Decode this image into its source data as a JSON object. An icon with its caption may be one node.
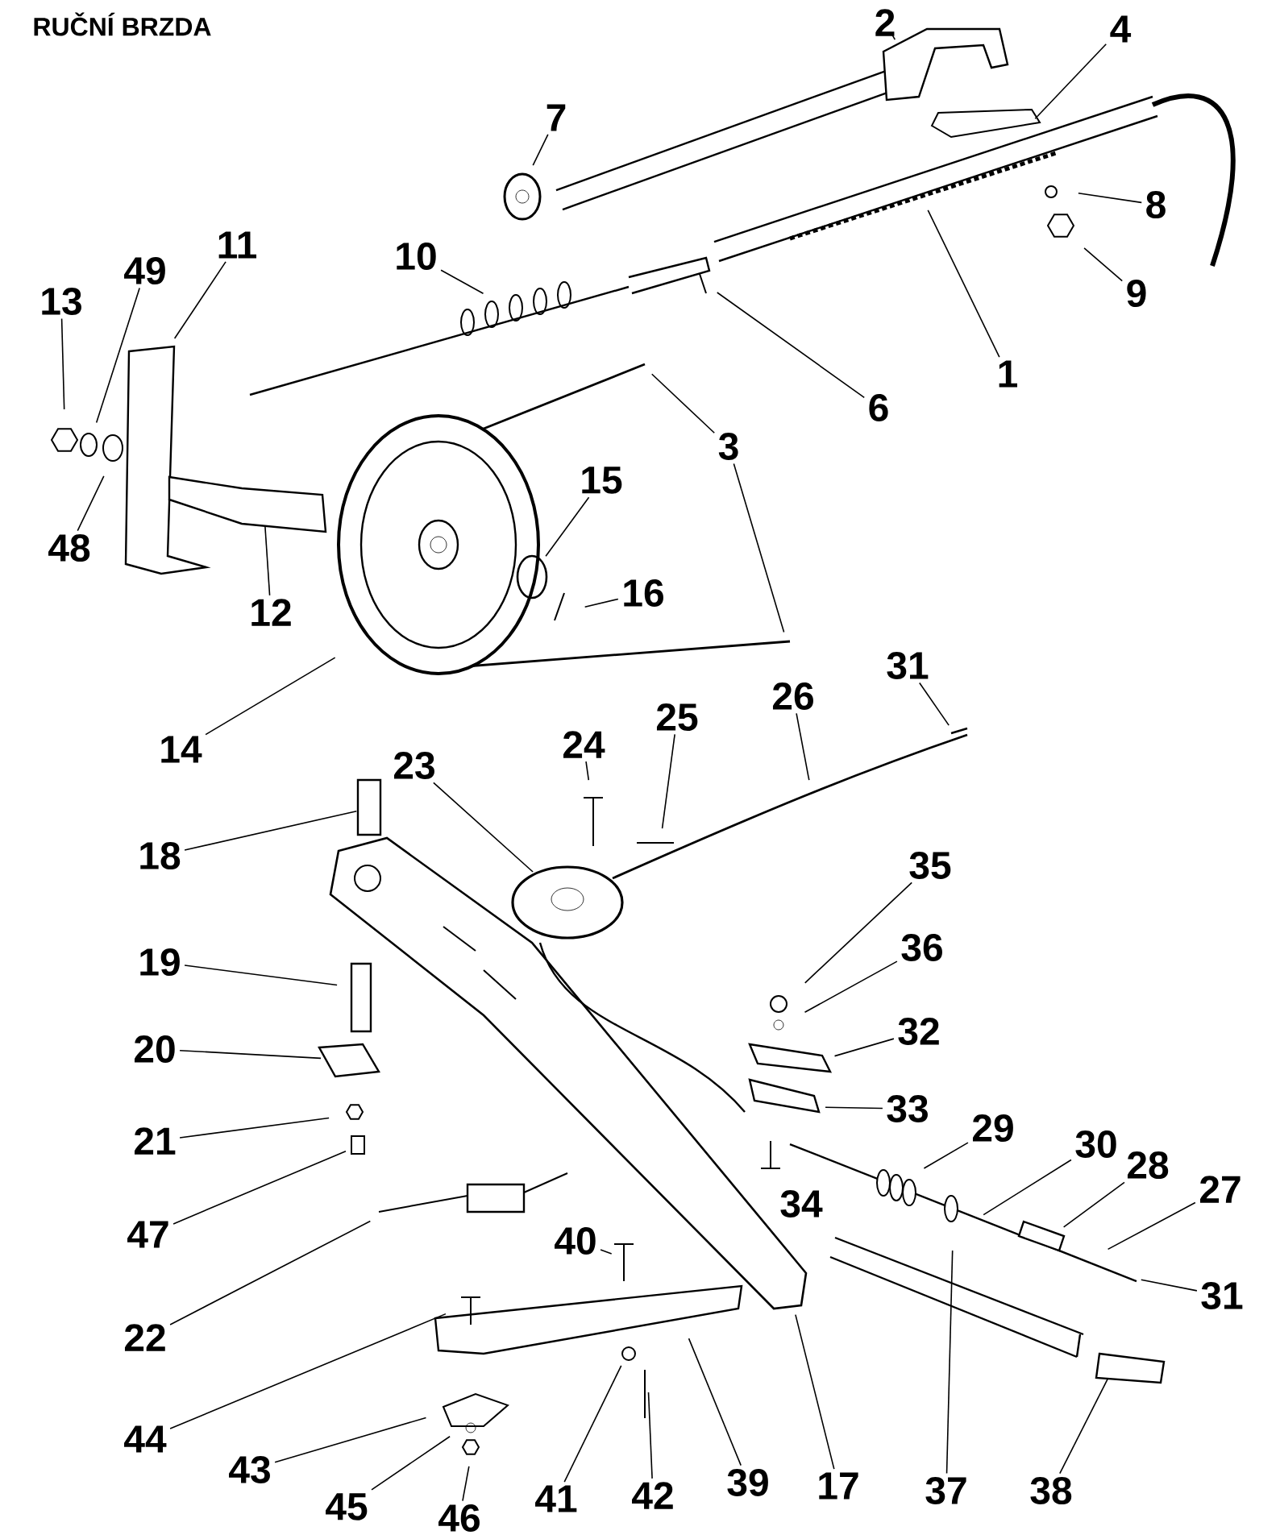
{
  "diagram": {
    "title": "RUČNÍ BRZDA",
    "nodes": [
      {
        "text": [
          "2"
        ]
      },
      {
        "text": [
          "4"
        ]
      },
      {
        "text": [
          "7"
        ]
      },
      {
        "text": [
          "10"
        ]
      },
      {
        "text": [
          "8"
        ]
      },
      {
        "text": [
          "9"
        ]
      },
      {
        "text": [
          "13"
        ]
      },
      {
        "text": [
          "49"
        ]
      },
      {
        "text": [
          "11"
        ]
      },
      {
        "text": [
          "3"
        ]
      },
      {
        "text": [
          "6"
        ]
      },
      {
        "text": [
          "1"
        ]
      },
      {
        "text": [
          "15"
        ]
      },
      {
        "text": [
          "16"
        ]
      },
      {
        "text": [
          "48"
        ]
      },
      {
        "text": [
          "12"
        ]
      },
      {
        "text": [
          "14"
        ]
      },
      {
        "text": [
          "31"
        ]
      },
      {
        "text": [
          "26"
        ]
      },
      {
        "text": [
          "25"
        ]
      },
      {
        "text": [
          "24"
        ]
      },
      {
        "text": [
          "23"
        ]
      },
      {
        "text": [
          "18"
        ]
      },
      {
        "text": [
          "35"
        ]
      },
      {
        "text": [
          "36"
        ]
      },
      {
        "text": [
          "19"
        ]
      },
      {
        "text": [
          "32"
        ]
      },
      {
        "text": [
          "20"
        ]
      },
      {
        "text": [
          "33"
        ]
      },
      {
        "text": [
          "29"
        ]
      },
      {
        "text": [
          "30"
        ]
      },
      {
        "text": [
          "21"
        ]
      },
      {
        "text": [
          "28"
        ]
      },
      {
        "text": [
          "27"
        ]
      },
      {
        "text": [
          "34"
        ]
      },
      {
        "text": [
          "47"
        ]
      },
      {
        "text": [
          "40"
        ]
      },
      {
        "text": [
          "31"
        ]
      },
      {
        "text": [
          "22"
        ]
      },
      {
        "text": [
          "44"
        ]
      },
      {
        "text": [
          "43"
        ]
      },
      {
        "text": [
          "45"
        ]
      },
      {
        "text": [
          "46"
        ]
      },
      {
        "text": [
          "41"
        ]
      },
      {
        "text": [
          "42"
        ]
      },
      {
        "text": [
          "39"
        ]
      },
      {
        "text": [
          "17"
        ]
      },
      {
        "text": [
          "37"
        ]
      },
      {
        "text": [
          "38"
        ]
      }
    ],
    "edges": [
      {
        "from": 0,
        "to": null,
        "arrow": "none"
      },
      {
        "from": 1,
        "to": null,
        "arrow": "none"
      },
      {
        "from": 2,
        "to": null,
        "arrow": "none"
      },
      {
        "from": 3,
        "to": null,
        "arrow": "none"
      },
      {
        "from": 4,
        "to": null,
        "arrow": "none"
      },
      {
        "from": 5,
        "to": null,
        "arrow": "none"
      },
      {
        "from": 6,
        "to": null,
        "arrow": "none"
      },
      {
        "from": 7,
        "to": null,
        "arrow": "none"
      },
      {
        "from": 8,
        "to": null,
        "arrow": "none"
      },
      {
        "from": 9,
        "to": null,
        "arrow": "none"
      },
      {
        "from": 9,
        "to": null,
        "arrow": "none"
      },
      {
        "from": 10,
        "to": null,
        "arrow": "none"
      },
      {
        "from": 11,
        "to": null,
        "arrow": "none"
      },
      {
        "from": 12,
        "to": null,
        "arrow": "none"
      },
      {
        "from": 13,
        "to": null,
        "arrow": "none"
      },
      {
        "from": 14,
        "to": null,
        "arrow": "none"
      },
      {
        "from": 15,
        "to": null,
        "arrow": "none"
      },
      {
        "from": 16,
        "to": null,
        "arrow": "none"
      },
      {
        "from": 17,
        "to": null,
        "arrow": "none"
      },
      {
        "from": 18,
        "to": null,
        "arrow": "none"
      },
      {
        "from": 19,
        "to": null,
        "arrow": "none"
      },
      {
        "from": 20,
        "to": null,
        "arrow": "none"
      },
      {
        "from": 21,
        "to": null,
        "arrow": "none"
      },
      {
        "from": 22,
        "to": null,
        "arrow": "none"
      },
      {
        "from": 23,
        "to": null,
        "arrow": "none"
      },
      {
        "from": 24,
        "to": null,
        "arrow": "none"
      },
      {
        "from": 25,
        "to": null,
        "arrow": "none"
      },
      {
        "from": 26,
        "to": null,
        "arrow": "none"
      },
      {
        "from": 27,
        "to": null,
        "arrow": "none"
      },
      {
        "from": 28,
        "to": null,
        "arrow": "none"
      },
      {
        "from": 29,
        "to": null,
        "arrow": "none"
      },
      {
        "from": 30,
        "to": null,
        "arrow": "none"
      },
      {
        "from": 31,
        "to": null,
        "arrow": "none"
      },
      {
        "from": 32,
        "to": null,
        "arrow": "none"
      },
      {
        "from": 33,
        "to": null,
        "arrow": "none"
      },
      {
        "from": 35,
        "to": null,
        "arrow": "none"
      },
      {
        "from": 36,
        "to": null,
        "arrow": "none"
      },
      {
        "from": 37,
        "to": null,
        "arrow": "none"
      },
      {
        "from": 38,
        "to": null,
        "arrow": "none"
      },
      {
        "from": 39,
        "to": null,
        "arrow": "none"
      },
      {
        "from": 40,
        "to": null,
        "arrow": "none"
      },
      {
        "from": 41,
        "to": null,
        "arrow": "none"
      },
      {
        "from": 42,
        "to": null,
        "arrow": "none"
      },
      {
        "from": 43,
        "to": null,
        "arrow": "none"
      },
      {
        "from": 44,
        "to": null,
        "arrow": "none"
      },
      {
        "from": 45,
        "to": null,
        "arrow": "none"
      },
      {
        "from": 46,
        "to": null,
        "arrow": "none"
      },
      {
        "from": 47,
        "to": null,
        "arrow": "none"
      },
      {
        "from": 48,
        "to": null,
        "arrow": "none"
      }
    ]
  }
}
